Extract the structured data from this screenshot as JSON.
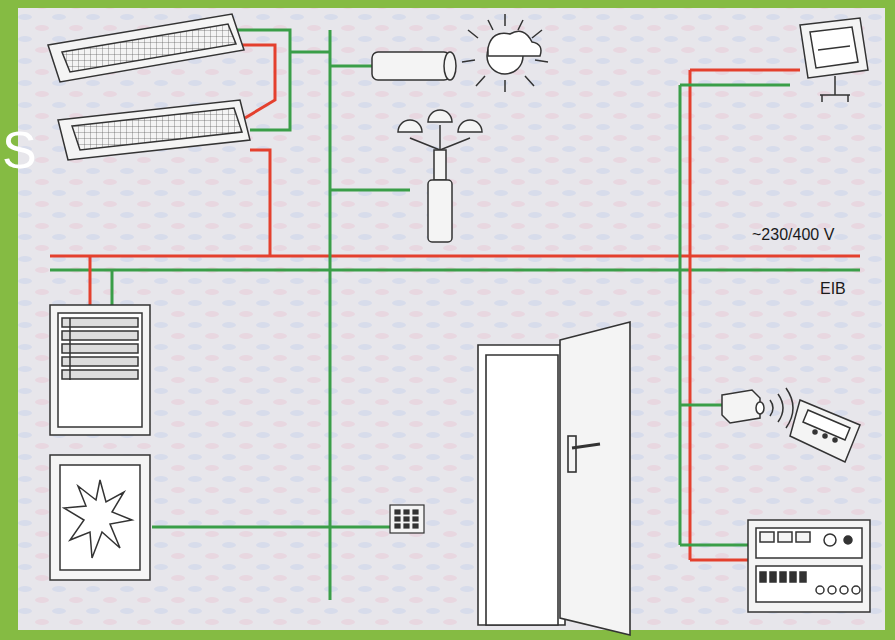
{
  "diagram": {
    "labels": [
      "~230/400 V",
      "EIB",
      "S"
    ]
  }
}
